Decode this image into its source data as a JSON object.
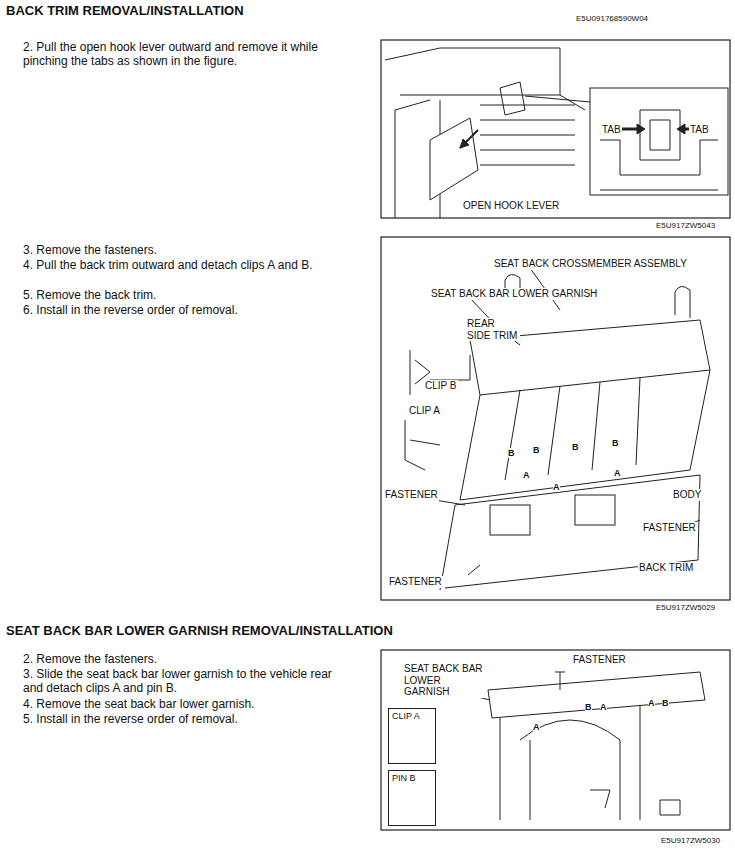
{
  "diagram": {
    "title": "BACK TRIM REMOVAL/INSTALLATION",
    "nodes": [
      {
        "text": [
          "CLIP A"
        ]
      },
      {
        "text": [
          "PIN B"
        ]
      }
    ],
    "labels": [
      "E5U091768590W04",
      "2. Pull the open hook lever outward and remove it while pinching the tabs as shown in the figure.",
      "TAB",
      "TAB",
      "OPEN HOOK LEVER",
      "E5U917ZW5043",
      "3. Remove the fasteners.",
      "4. Pull the back trim outward and detach clips A and B.",
      "5. Remove the back trim.",
      "6. Install in the reverse order of removal.",
      "SEAT BACK CROSSMEMBER ASSEMBLY",
      "SEAT BACK BAR LOWER GARNISH",
      "REAR SIDE TRIM",
      "CLIP B",
      "CLIP A",
      "FASTENER",
      "BODY",
      "FASTENER",
      "BACK TRIM",
      "FASTENER",
      "B",
      "B",
      "B",
      "B",
      "A",
      "A",
      "A",
      "E5U917ZW5029",
      "SEAT BACK BAR LOWER GARNISH REMOVAL/INSTALLATION",
      "2. Remove the fasteners.",
      "3. Slide the seat back bar lower garnish to the vehicle rear and detach clips A and pin B.",
      "4. Remove the seat back bar lower garnish.",
      "5. Install in the reverse order of removal.",
      "SEAT BACK BAR LOWER GARNISH",
      "FASTENER",
      "A",
      "B",
      "A",
      "A",
      "B",
      "E5U917ZW5030"
    ]
  }
}
